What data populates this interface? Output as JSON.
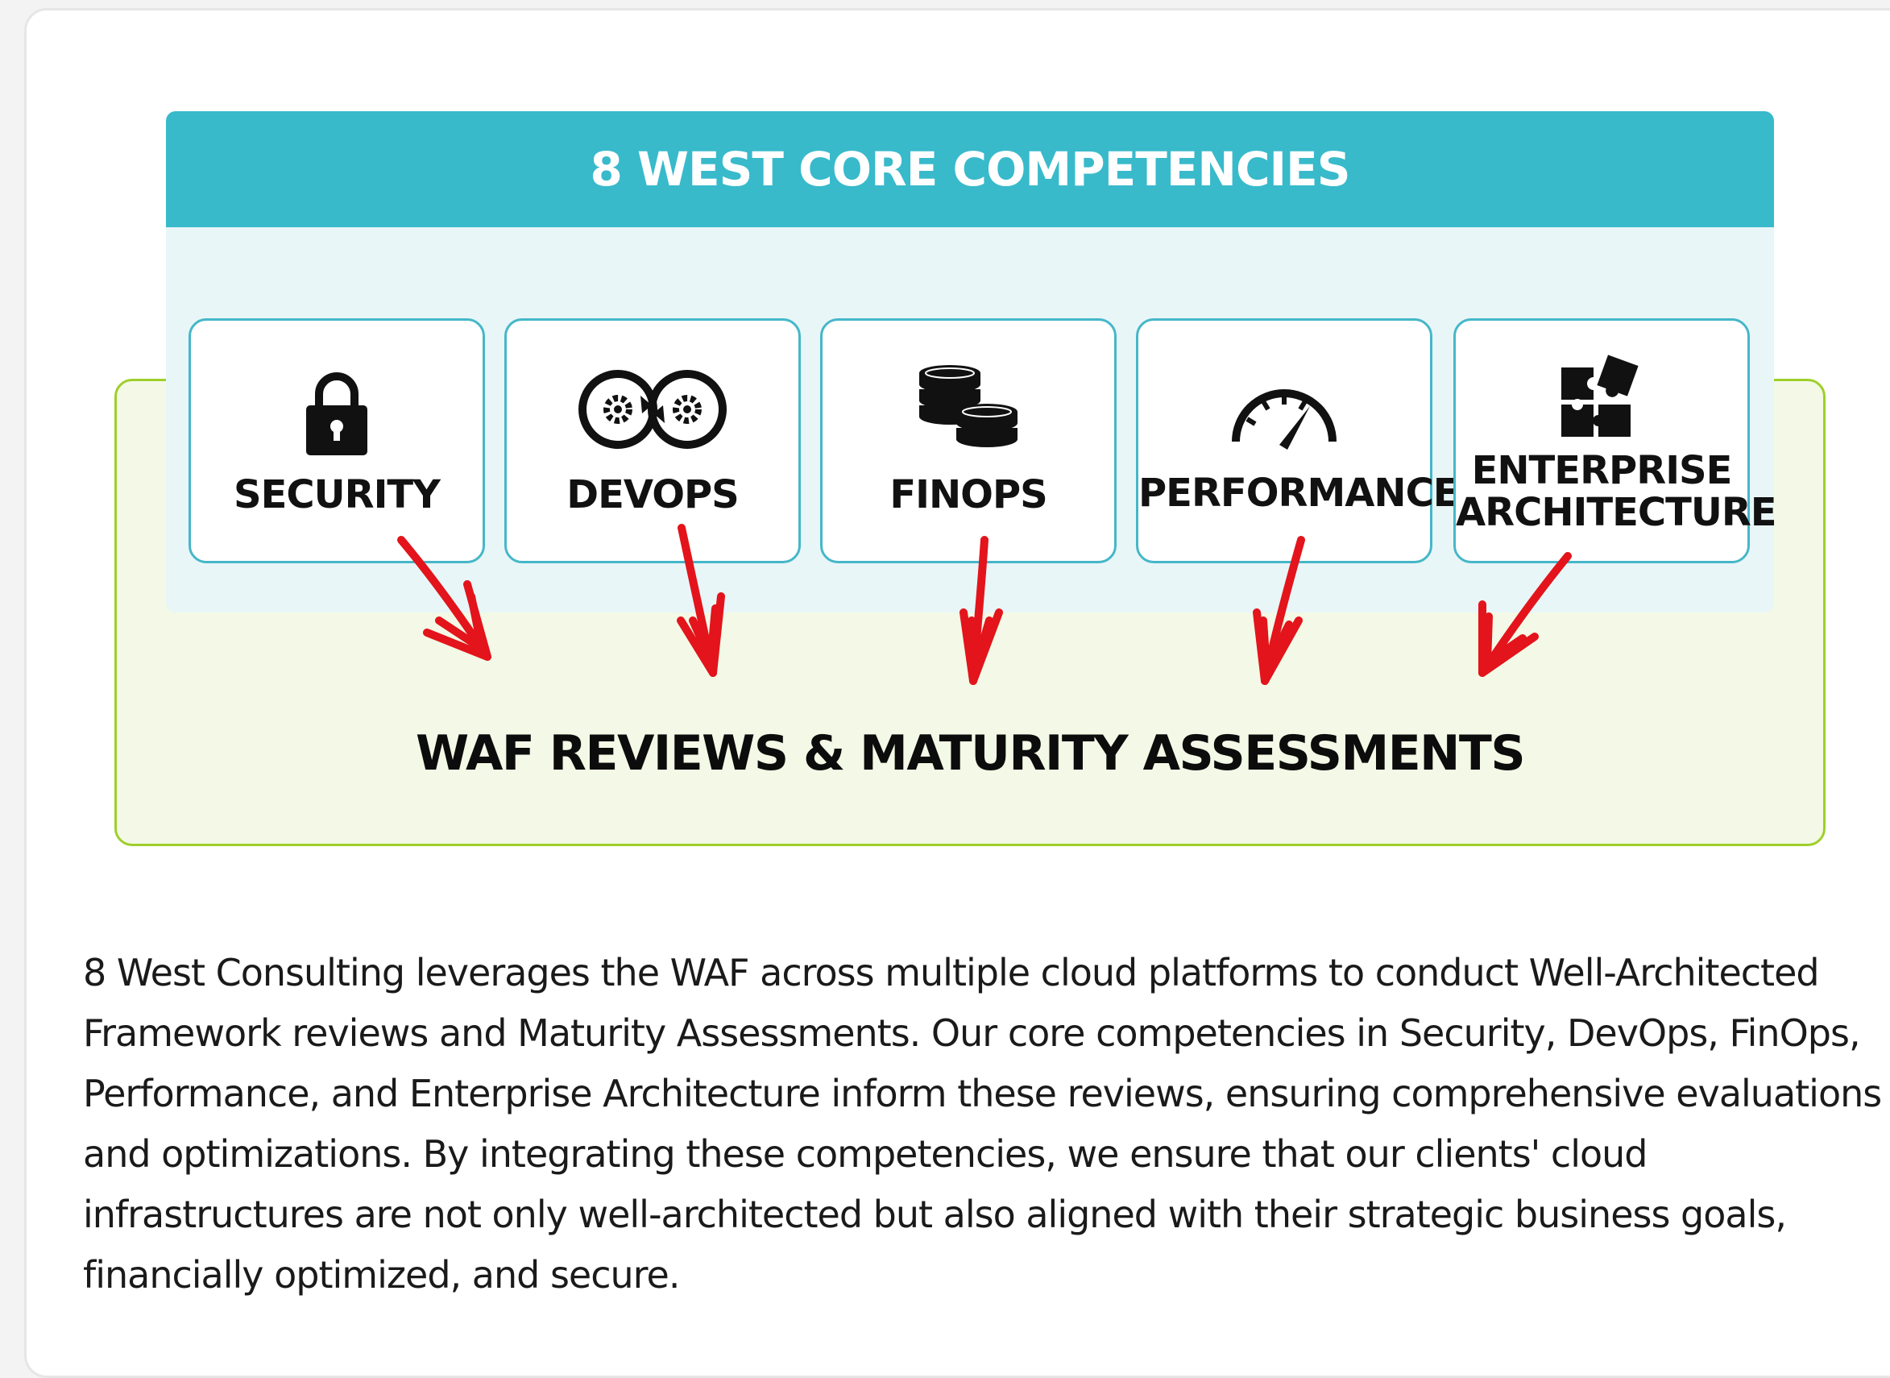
{
  "diagram": {
    "title": "8 WEST CORE COMPETENCIES",
    "competencies": [
      {
        "label": "SECURITY",
        "icon": "lock-icon"
      },
      {
        "label": "DEVOPS",
        "icon": "devops-gears-icon"
      },
      {
        "label": "FINOPS",
        "icon": "coins-icon"
      },
      {
        "label": "PERFORMANCE",
        "icon": "speedometer-icon"
      },
      {
        "label": "ENTERPRISE\nARCHITECTURE",
        "icon": "puzzle-icon"
      }
    ],
    "outcome": "WAF REVIEWS & MATURITY ASSESSMENTS",
    "colors": {
      "header": "#38bacb",
      "panel": "#e8f6f8",
      "outcome_box": "#f3f9e6",
      "outcome_border": "#9ecf2a",
      "arrow": "#e3141b"
    }
  },
  "description": "8 West Consulting leverages the WAF across multiple cloud platforms to conduct Well-Architected Framework reviews and Maturity Assessments. Our core competencies in Security, DevOps, FinOps, Performance, and Enterprise Architecture inform these reviews, ensuring comprehensive evaluations and optimizations. By integrating these competencies, we ensure that our clients' cloud infrastructures are not only well-architected but also aligned with their strategic business goals, financially optimized, and secure."
}
